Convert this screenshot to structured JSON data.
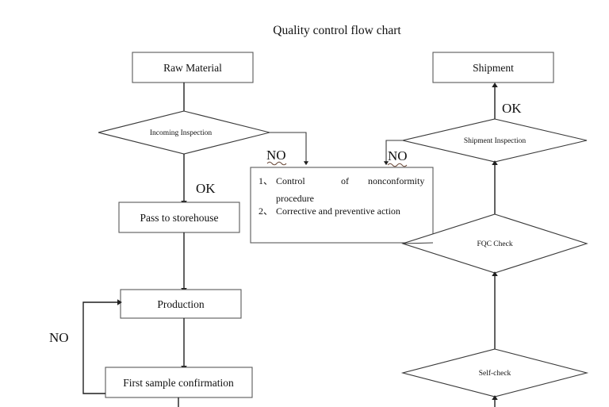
{
  "title": "Quality control flow chart",
  "nodes": {
    "raw_material": "Raw Material",
    "incoming_inspection": "Incoming Inspection",
    "pass_to_storehouse": "Pass to storehouse",
    "production": "Production",
    "first_sample_confirmation": "First sample confirmation",
    "shipment": "Shipment",
    "shipment_inspection": "Shipment Inspection",
    "fqc_check": "FQC Check",
    "self_check": "Self-check"
  },
  "nonconformity_box": {
    "items": [
      {
        "number": "1、",
        "text_a": "Control",
        "text_b": "of",
        "text_c": "nonconformity",
        "text_d": "procedure"
      },
      {
        "number": "2、",
        "text_a": "Corrective and preventive action"
      }
    ]
  },
  "edge_labels": {
    "incoming_no": "NO",
    "shipment_no": "NO",
    "incoming_ok": "OK",
    "shipment_ok": "OK",
    "first_sample_no": "NO"
  },
  "colors": {
    "background": "#ffffff",
    "shape_stroke": "#3a3a3a",
    "box_stroke": "#595959",
    "connector": "#1f1f1f",
    "text": "#111111",
    "spellcheck_squiggle": "#6b4a3a"
  }
}
